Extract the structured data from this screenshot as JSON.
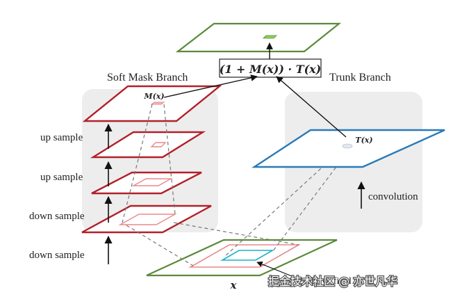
{
  "labels": {
    "soft_mask_branch": "Soft Mask Branch",
    "trunk_branch": "Trunk Branch",
    "formula": "(1 + M(x)) · T(x)",
    "mask_output": "M(x)",
    "trunk_output": "T(x)",
    "input": "x",
    "receptive_field": "receptive field",
    "convolution": "convolution",
    "up_sample_1": "up sample",
    "up_sample_2": "up sample",
    "down_sample_1": "down sample",
    "down_sample_2": "down sample"
  },
  "watermark": "掘金技术社区 @ 亦世凡华",
  "colors": {
    "mask_branch": "#b2202a",
    "trunk_branch": "#2a7ab8",
    "input_output": "#5a8a3a",
    "receptive_field": "#e8898b",
    "inner_field": "#1ab0c8",
    "panel": "#eeeeee"
  }
}
